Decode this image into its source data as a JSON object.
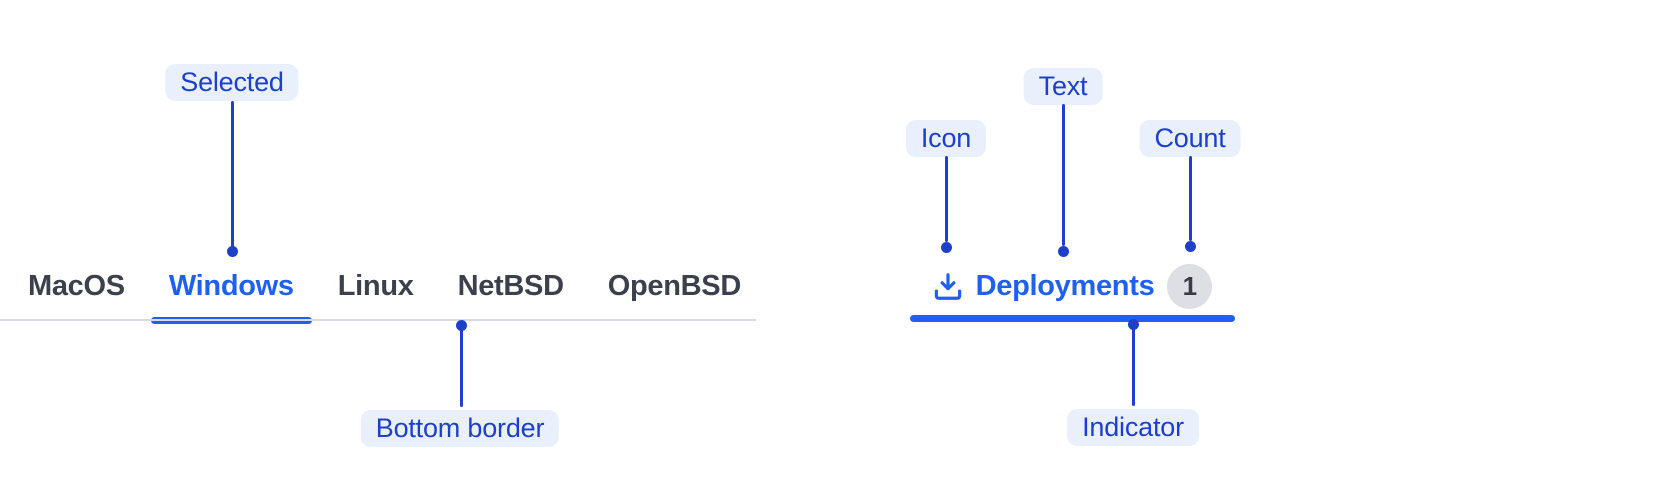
{
  "colors": {
    "accent": "#1e61f0",
    "annotation": "#1c41c8",
    "pill-bg": "#e9f0fc",
    "tab-text": "#3b404d",
    "badge-bg": "#dddfe4",
    "badge-text": "#363b45",
    "divider": "#d7dae1"
  },
  "left_figure": {
    "tabs": [
      {
        "label": "MacOS",
        "selected": false
      },
      {
        "label": "Windows",
        "selected": true
      },
      {
        "label": "Linux",
        "selected": false
      },
      {
        "label": "NetBSD",
        "selected": false
      },
      {
        "label": "OpenBSD",
        "selected": false
      }
    ],
    "annotations": {
      "selected": "Selected",
      "bottom_border": "Bottom border"
    }
  },
  "right_figure": {
    "tab": {
      "icon": "download-icon",
      "label": "Deployments",
      "count": "1"
    },
    "annotations": {
      "icon": "Icon",
      "text": "Text",
      "count": "Count",
      "indicator": "Indicator"
    }
  }
}
